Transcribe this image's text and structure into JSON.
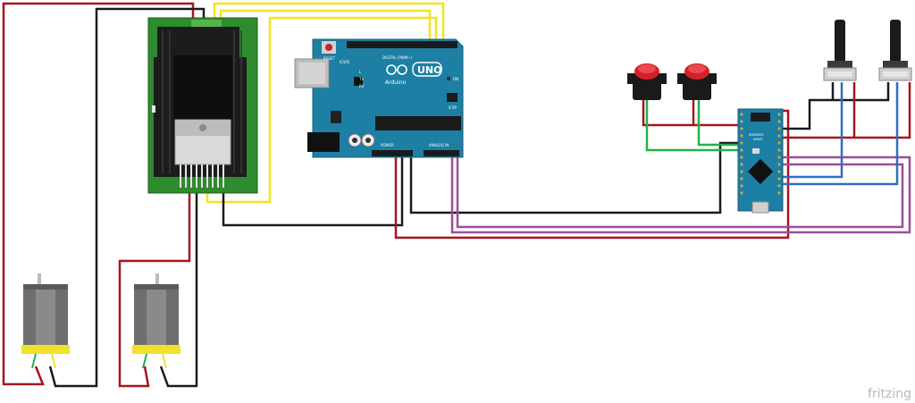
{
  "watermark": "fritzing",
  "uno": {
    "reset_label": "RESET",
    "icsp_label": "ICSP2",
    "logo_text": "UNO",
    "brand_text": "Arduino",
    "header_label": "DIGITAL (PWM~)",
    "tx_label": "TX",
    "rx_label": "RX",
    "l_label": "L",
    "on_label": "ON",
    "power_label": "POWER",
    "analog_label": "ANALOG IN",
    "icsp1_label": "ICSP"
  },
  "nano": {
    "brand_text": "ARDUINO",
    "model_text": "NANO"
  },
  "colors": {
    "red_wire": "#a8141c",
    "black_wire": "#1a1a1a",
    "yellow_wire": "#f4e21c",
    "green_wire": "#22b14c",
    "purple_wire": "#9b4f96",
    "blue_wire": "#2f6fbf",
    "uno_board": "#1d7fa4",
    "driver_pcb": "#2e8b2e",
    "button_cap": "#d62027"
  },
  "components": {
    "driver": "motor-driver-module",
    "controller": "arduino-uno",
    "remote": "arduino-nano",
    "buttons": [
      "push-button",
      "push-button"
    ],
    "pots": [
      "potentiometer",
      "potentiometer"
    ],
    "motors": [
      "dc-motor",
      "dc-motor"
    ]
  }
}
